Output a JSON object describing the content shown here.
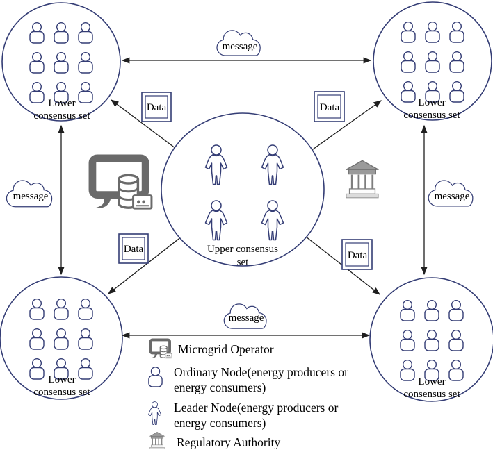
{
  "diagram": {
    "lower_consensus_label": {
      "line1": "Lower",
      "line2": "consensus set"
    },
    "upper_consensus_label": {
      "line1": "Upper consensus",
      "line2": "set"
    },
    "message_label": "message",
    "data_label": "Data"
  },
  "legend": {
    "microgrid_operator": "Microgrid Operator",
    "ordinary_node": {
      "line1": "Ordinary Node(energy producers or",
      "line2": "energy consumers)"
    },
    "leader_node": {
      "line1": "Leader Node(energy producers or",
      "line2": "energy consumers)"
    },
    "regulatory_authority": "Regulatory Authority"
  },
  "colors": {
    "outline_navy": "#343d75",
    "arrow_black": "#1f1f1f",
    "icon_gray": "#6a6a6a",
    "text_black": "#000000",
    "background": "#ffffff"
  }
}
